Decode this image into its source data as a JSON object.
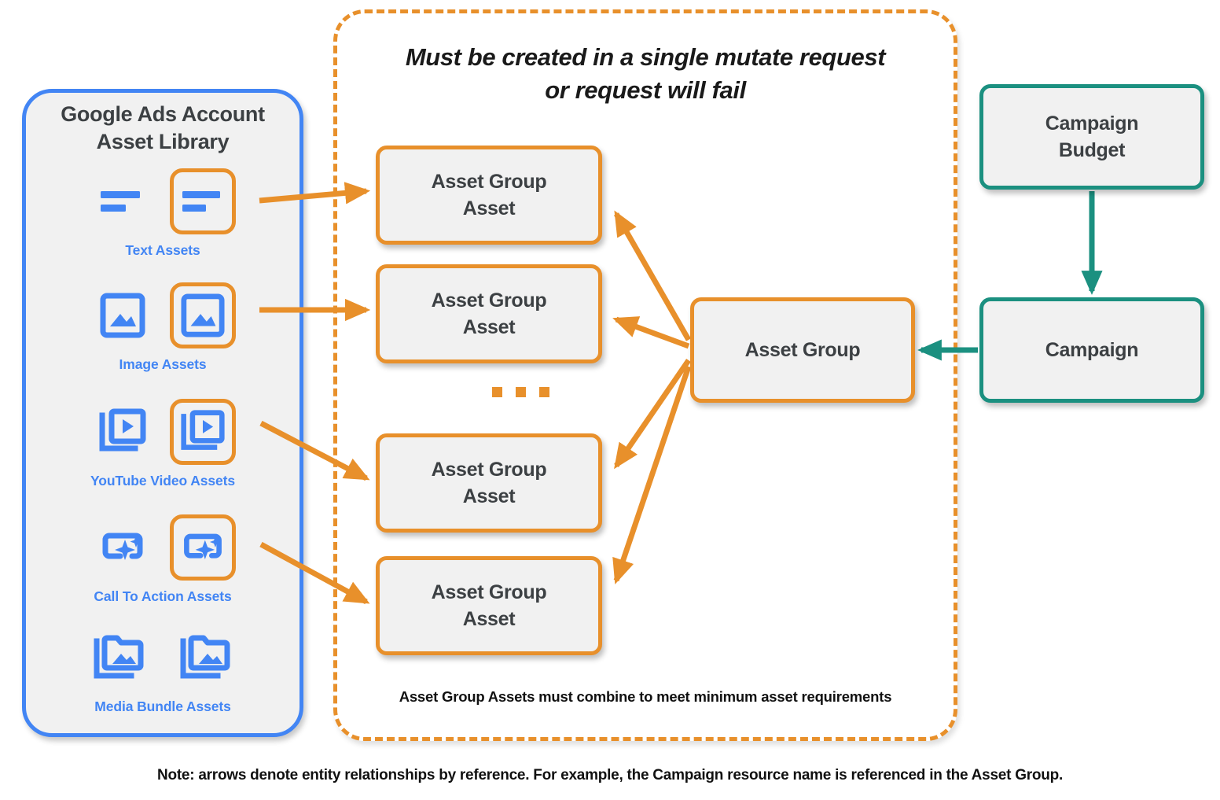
{
  "library": {
    "title_line1": "Google Ads Account",
    "title_line2": "Asset Library",
    "border_color": "#4285f4",
    "label_color": "#4285f4",
    "assets": [
      {
        "caption": "Text Assets",
        "icon": "text-lines-icon"
      },
      {
        "caption": "Image Assets",
        "icon": "image-icon"
      },
      {
        "caption": "YouTube Video  Assets",
        "icon": "video-stack-icon"
      },
      {
        "caption": "Call To Action Assets",
        "icon": "call-to-action-sparkle-icon"
      },
      {
        "caption": "Media Bundle  Assets",
        "icon": "media-bundle-folder-icon"
      }
    ]
  },
  "mutate_panel": {
    "heading_line1": "Must be created in a single mutate request",
    "heading_line2": "or request will fail",
    "footnote": "Asset Group Assets must combine to meet minimum asset requirements",
    "border_color": "#e8902b",
    "asset_group_assets": [
      {
        "line1": "Asset Group",
        "line2": "Asset"
      },
      {
        "line1": "Asset Group",
        "line2": "Asset"
      },
      {
        "line1": "Asset Group",
        "line2": "Asset"
      },
      {
        "line1": "Asset Group",
        "line2": "Asset"
      }
    ],
    "ellipsis": "..."
  },
  "nodes": {
    "asset_group": {
      "label": "Asset Group",
      "color": "#e8902b"
    },
    "campaign_budget": {
      "line1": "Campaign",
      "line2": "Budget",
      "color": "#1b9080"
    },
    "campaign": {
      "label": "Campaign",
      "color": "#1b9080"
    }
  },
  "footer": {
    "note": "Note: arrows denote entity relationships by reference. For example, the Campaign resource name is referenced in the Asset Group."
  },
  "colors": {
    "orange": "#e8902b",
    "blue": "#4285f4",
    "teal": "#1b9080",
    "node_fill": "#f1f1f1",
    "text_dark": "#3c4043"
  }
}
